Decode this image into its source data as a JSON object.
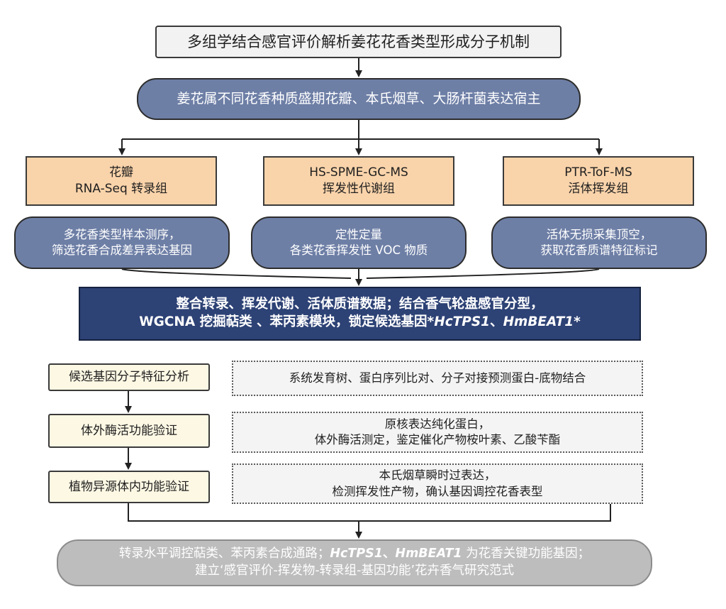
{
  "title": "多组学结合感官评价解析姜花花香类型形成分子机制",
  "host": "姜花属不同花香种质盛期花瓣、本氏烟草、大肠杆菌表达宿主",
  "omics": [
    {
      "line1": "花瓣",
      "line2": "RNA-Seq 转录组"
    },
    {
      "line1": "HS-SPME-GC-MS",
      "line2": "挥发性代谢组"
    },
    {
      "line1": "PTR-ToF-MS",
      "line2": "活体挥发组"
    }
  ],
  "details": [
    {
      "line1": "多花香类型样本测序，",
      "line2": "筛选花香合成差异表达基因"
    },
    {
      "line1": "定性定量",
      "line2": "各类花香挥发性 VOC 物质"
    },
    {
      "line1": "活体无损采集顶空，",
      "line2": "获取花香质谱特征标记"
    }
  ],
  "integrate": {
    "line1": "整合转录、挥发代谢、活体质谱数据；结合香气轮盘感官分型，",
    "line2_a": "WGCNA 挖掘萜类 、苯丙素模块，锁定候选基因*",
    "gene1": "HcTPS1",
    "sep": "、",
    "gene2": "HmBEAT1",
    "line2_b": "*"
  },
  "steps": [
    {
      "label": "候选基因分子特征分析",
      "note1": "系统发育树、蛋白序列比对、分子对接预测蛋白-底物结合",
      "note2": ""
    },
    {
      "label": "体外酶活功能验证",
      "note1": "原核表达纯化蛋白，",
      "note2": "体外酶活测定，鉴定催化产物桉叶素、乙酸苄酯"
    },
    {
      "label": "植物异源体内功能验证",
      "note1": "本氏烟草瞬时过表达，",
      "note2": "检测挥发性产物，确认基因调控花香表型"
    }
  ],
  "final": {
    "line1_a": "转录水平调控萜类、苯丙素合成通路；",
    "gene1": "HcTPS1",
    "sep": "、",
    "gene2": "HmBEAT1",
    "line1_b": " 为花香关键功能基因；",
    "line2": "建立‘感官评价-挥发物-转录组-基因功能’花卉香气研究范式"
  },
  "colors": {
    "host_fill": "#6e7fa6",
    "omics_fill": "#f9d3aa",
    "integrate_fill": "#2d4275",
    "step_fill": "#fdf8e4",
    "final_fill": "#bdbdbd",
    "wire": "#222222"
  }
}
